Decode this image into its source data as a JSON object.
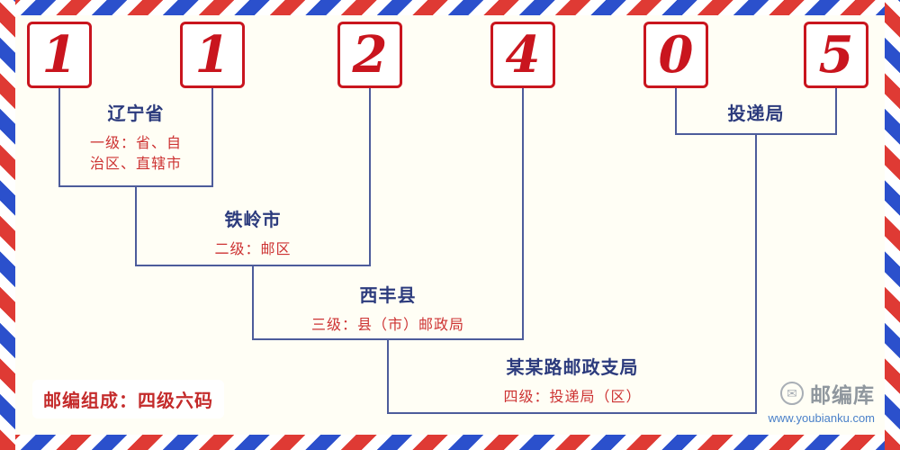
{
  "postal_code": {
    "digits": [
      "1",
      "1",
      "2",
      "4",
      "0",
      "5"
    ]
  },
  "levels": [
    {
      "title": "辽宁省",
      "desc": "一级：省、自治区、直辖市"
    },
    {
      "title": "铁岭市",
      "desc": "二级：邮区"
    },
    {
      "title": "西丰县",
      "desc": "三级：县（市）邮政局"
    },
    {
      "title": "某某路邮政支局",
      "desc": "四级：投递局（区）"
    },
    {
      "title": "投递局"
    }
  ],
  "footer": {
    "composition_label": "邮编组成：四级六码"
  },
  "logo": {
    "site_name": "邮编库",
    "site_url": "www.youbianku.com",
    "icon": "envelope-icon",
    "icon_glyph": "✉"
  },
  "colors": {
    "background": "#fffef5",
    "digit_red": "#c9151e",
    "label_blue": "#2c3b7d",
    "desc_red": "#cd3333",
    "line_blue": "#4d5c9b",
    "stripe_red": "#df3a34",
    "stripe_blue": "#2b50cc",
    "footer_red": "#c42b2b",
    "logo_gray": "#8f979e",
    "url_blue": "#4a80c9"
  }
}
